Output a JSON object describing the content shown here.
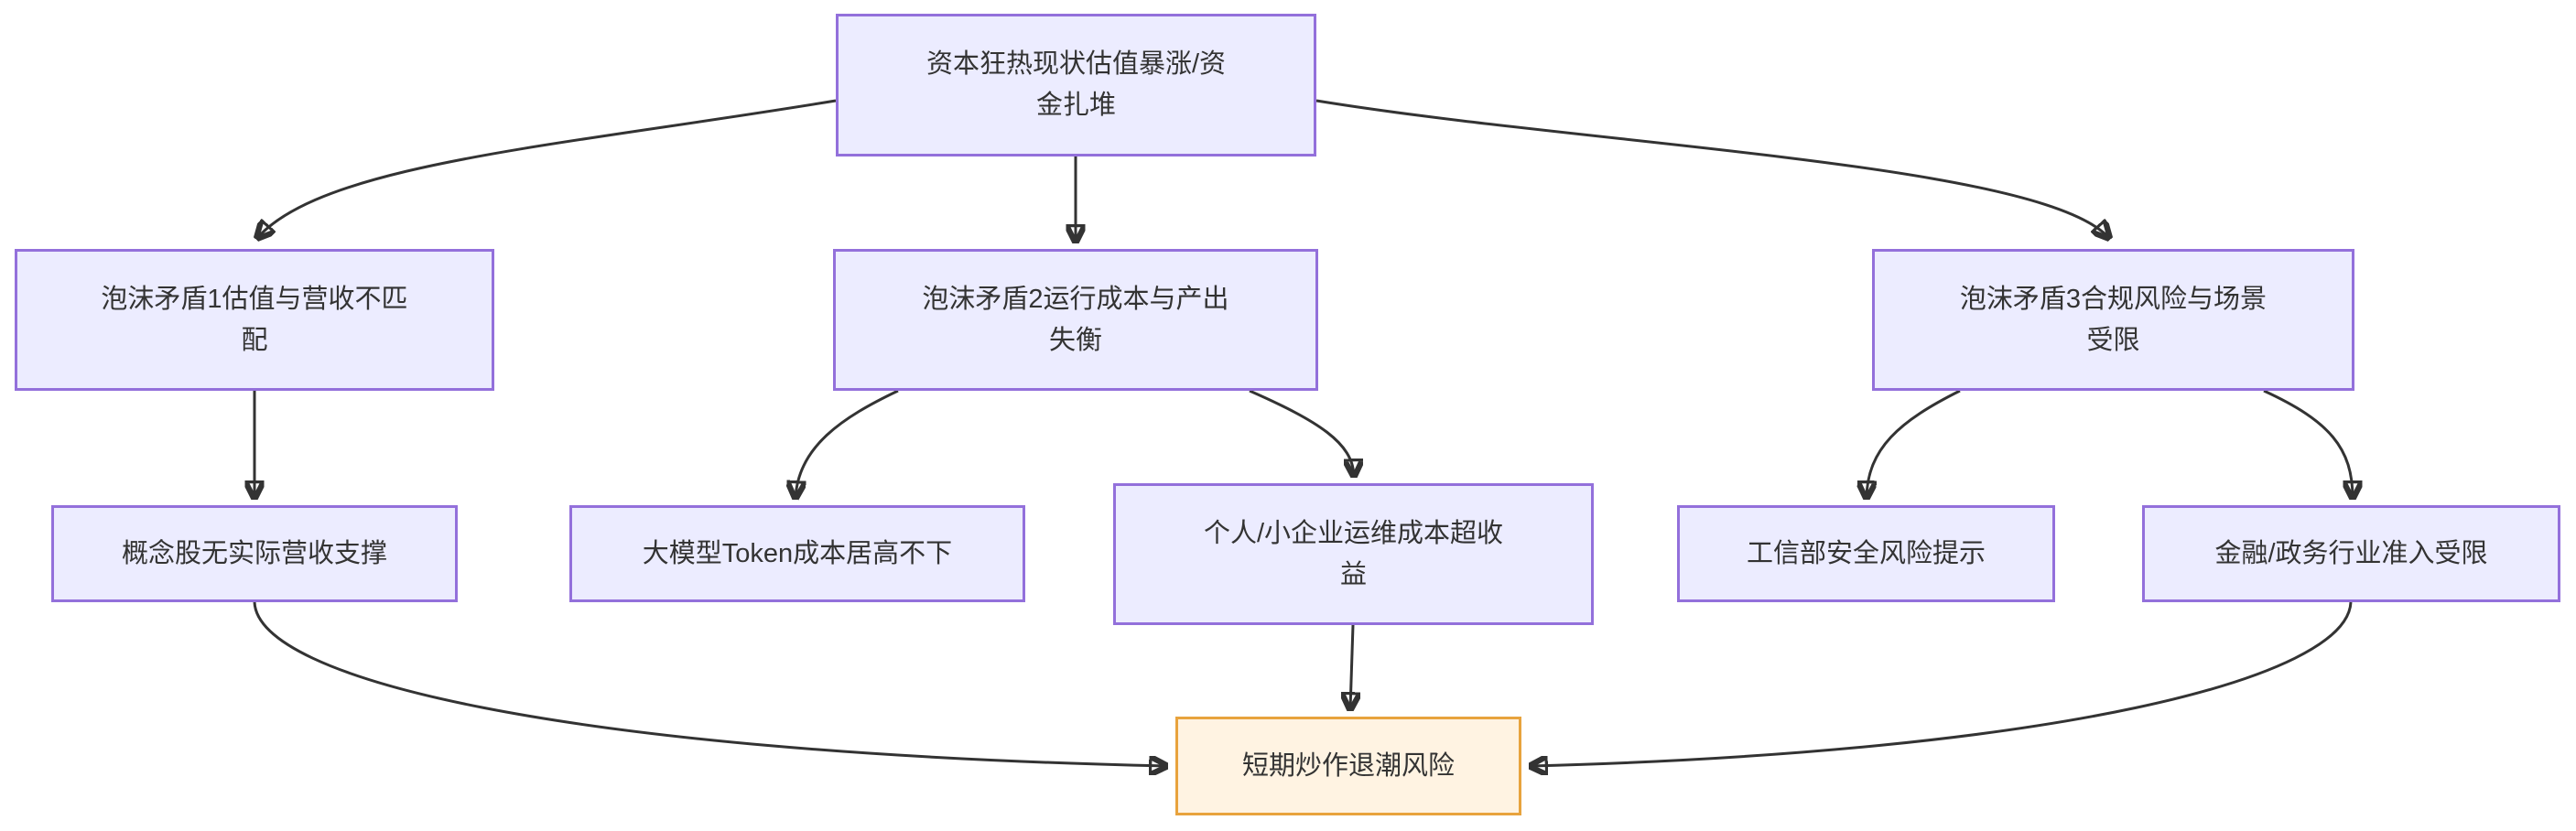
{
  "diagram": {
    "type": "flowchart",
    "direction": "top-down",
    "colors": {
      "background": "#FFFFFF",
      "node_fill": "#ECECFF",
      "node_border": "#9370DB",
      "highlight_fill": "#FFF3E2",
      "highlight_border": "#E8A33D",
      "edge": "#333333",
      "text": "#333333"
    }
  },
  "nodes": {
    "capital": {
      "label": [
        "资本狂热现状估值暴涨/资",
        "金扎堆"
      ]
    },
    "bubble1": {
      "label": [
        "泡沫矛盾1估值与营收不匹",
        "配"
      ]
    },
    "bubble2": {
      "label": [
        "泡沫矛盾2运行成本与产出",
        "失衡"
      ]
    },
    "bubble3": {
      "label": [
        "泡沫矛盾3合规风险与场景",
        "受限"
      ]
    },
    "concept_stock": {
      "label": "概念股无实际营收支撑"
    },
    "token_cost": {
      "label": "大模型Token成本居高不下"
    },
    "ops_cost": {
      "label": [
        "个人/小企业运维成本超收",
        "益"
      ]
    },
    "miit_warning": {
      "label": "工信部安全风险提示"
    },
    "industry_limit": {
      "label": "金融/政务行业准入受限"
    },
    "risk": {
      "label": "短期炒作退潮风险"
    }
  },
  "edges": [
    {
      "from": "capital",
      "to": "bubble1"
    },
    {
      "from": "capital",
      "to": "bubble2"
    },
    {
      "from": "capital",
      "to": "bubble3"
    },
    {
      "from": "bubble1",
      "to": "concept_stock"
    },
    {
      "from": "bubble2",
      "to": "token_cost"
    },
    {
      "from": "bubble2",
      "to": "ops_cost"
    },
    {
      "from": "bubble3",
      "to": "miit_warning"
    },
    {
      "from": "bubble3",
      "to": "industry_limit"
    },
    {
      "from": "concept_stock",
      "to": "risk"
    },
    {
      "from": "ops_cost",
      "to": "risk"
    },
    {
      "from": "industry_limit",
      "to": "risk"
    }
  ]
}
